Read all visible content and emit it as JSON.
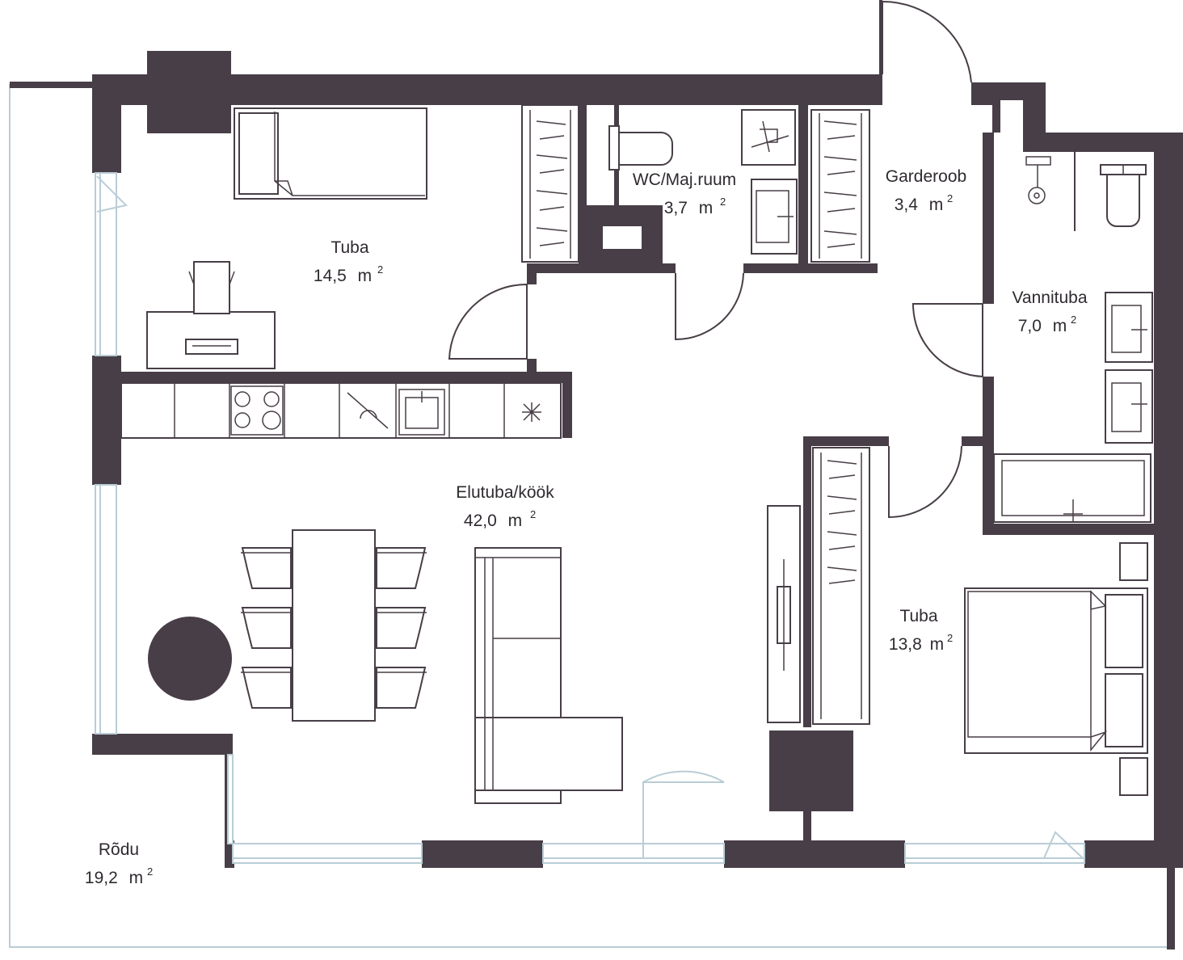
{
  "rooms": [
    {
      "name": "Tuba",
      "area": "14,5",
      "unit": "m"
    },
    {
      "name": "WC/Maj.ruum",
      "area": "3,7",
      "unit": "m"
    },
    {
      "name": "Garderoob",
      "area": "3,4",
      "unit": "m"
    },
    {
      "name": "Vannituba",
      "area": "7,0",
      "unit": "m"
    },
    {
      "name": "Elutuba/köök",
      "area": "42,0",
      "unit": "m"
    },
    {
      "name": "Tuba",
      "area": "13,8",
      "unit": "m"
    },
    {
      "name": "Rõdu",
      "area": "19,2",
      "unit": "m"
    }
  ],
  "area_exponent": "2",
  "colors": {
    "wall": "#483e47",
    "glass": "#b9cdd6",
    "background": "#ffffff"
  }
}
